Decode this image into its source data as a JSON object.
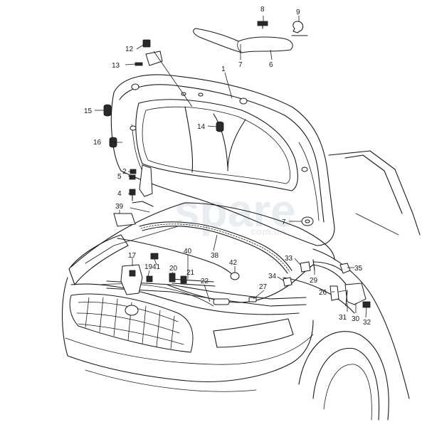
{
  "watermark": {
    "main": "spare",
    "sub": "com.ua"
  },
  "callouts": [
    {
      "id": "1",
      "label": "1"
    },
    {
      "id": "2",
      "label": "2"
    },
    {
      "id": "4",
      "label": "4"
    },
    {
      "id": "5",
      "label": "5"
    },
    {
      "id": "6",
      "label": "6"
    },
    {
      "id": "7a",
      "label": "7"
    },
    {
      "id": "7b",
      "label": "7"
    },
    {
      "id": "8",
      "label": "8"
    },
    {
      "id": "9",
      "label": "9"
    },
    {
      "id": "12",
      "label": "12"
    },
    {
      "id": "13",
      "label": "13"
    },
    {
      "id": "14",
      "label": "14"
    },
    {
      "id": "15",
      "label": "15"
    },
    {
      "id": "16",
      "label": "16"
    },
    {
      "id": "17",
      "label": "17"
    },
    {
      "id": "19",
      "label": "19"
    },
    {
      "id": "20",
      "label": "20"
    },
    {
      "id": "21",
      "label": "21"
    },
    {
      "id": "22",
      "label": "22"
    },
    {
      "id": "26",
      "label": "26"
    },
    {
      "id": "27",
      "label": "27"
    },
    {
      "id": "29",
      "label": "29"
    },
    {
      "id": "30",
      "label": "30"
    },
    {
      "id": "31",
      "label": "31"
    },
    {
      "id": "32",
      "label": "32"
    },
    {
      "id": "33",
      "label": "33"
    },
    {
      "id": "34",
      "label": "34"
    },
    {
      "id": "35",
      "label": "35"
    },
    {
      "id": "38",
      "label": "38"
    },
    {
      "id": "39",
      "label": "39"
    },
    {
      "id": "40",
      "label": "40"
    },
    {
      "id": "41",
      "label": "41"
    },
    {
      "id": "42",
      "label": "42"
    }
  ]
}
